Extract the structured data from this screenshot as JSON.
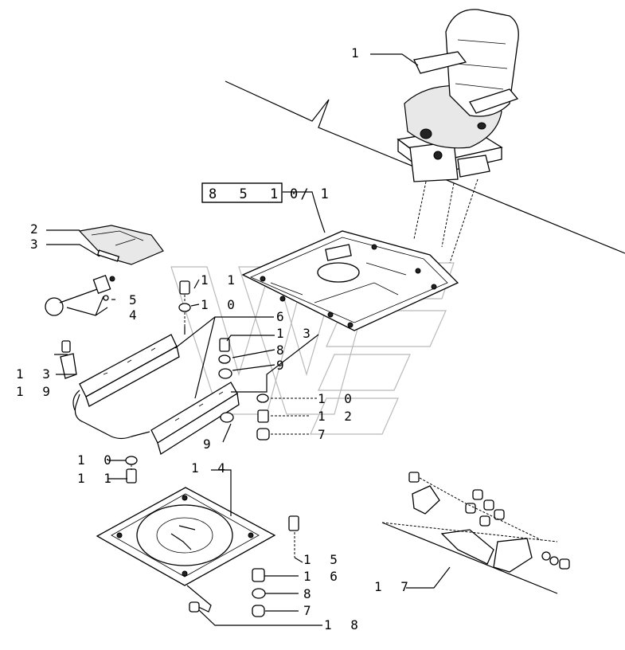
{
  "diagram": {
    "reference_box": {
      "left": "8 5 1 /",
      "right": "0 1"
    },
    "callouts": [
      {
        "id": "c1",
        "text": "1"
      },
      {
        "id": "c2",
        "text": "2"
      },
      {
        "id": "c3",
        "text": "3"
      },
      {
        "id": "c4",
        "text": "4"
      },
      {
        "id": "c5",
        "text": "5"
      },
      {
        "id": "c6",
        "text": "6"
      },
      {
        "id": "c7a",
        "text": "7"
      },
      {
        "id": "c7b",
        "text": "7"
      },
      {
        "id": "c8a",
        "text": "8"
      },
      {
        "id": "c8b",
        "text": "8"
      },
      {
        "id": "c9a",
        "text": "9"
      },
      {
        "id": "c9b",
        "text": "9"
      },
      {
        "id": "c10a",
        "text": "1 0"
      },
      {
        "id": "c10b",
        "text": "1 0"
      },
      {
        "id": "c10c",
        "text": "1 0"
      },
      {
        "id": "c11a",
        "text": "1 1"
      },
      {
        "id": "c11b",
        "text": "1 1"
      },
      {
        "id": "c12",
        "text": "1 2"
      },
      {
        "id": "c13a",
        "text": "1 3"
      },
      {
        "id": "c13b",
        "text": "1 3"
      },
      {
        "id": "c14",
        "text": "1 4"
      },
      {
        "id": "c15",
        "text": "1 5"
      },
      {
        "id": "c16",
        "text": "1 6"
      },
      {
        "id": "c17",
        "text": "1 7"
      },
      {
        "id": "c18",
        "text": "1 8"
      },
      {
        "id": "c19",
        "text": "1 9"
      }
    ]
  }
}
